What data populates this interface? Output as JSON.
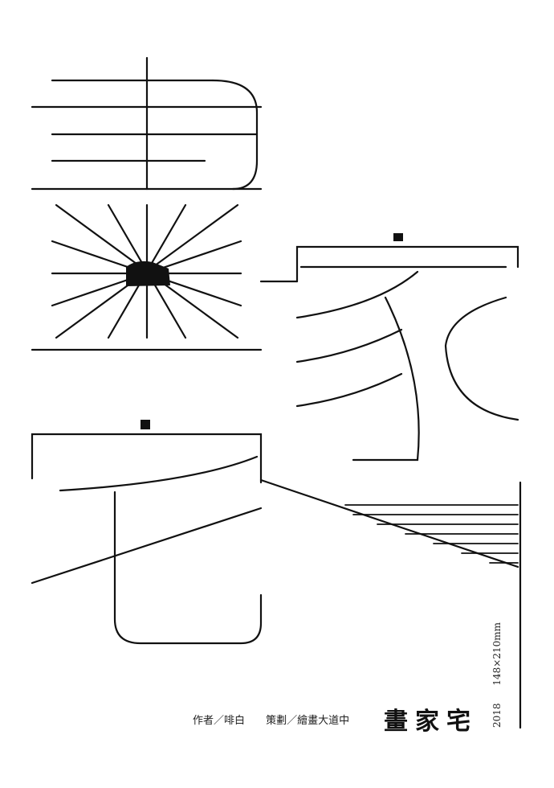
{
  "poster": {
    "title": "畫家宅",
    "author": "作者／啡白",
    "planner": "策劃／繪畫大道中",
    "year": "2018",
    "size": "148×210mm"
  },
  "colors": {
    "ink": "#111111",
    "paper": "#ffffff"
  }
}
